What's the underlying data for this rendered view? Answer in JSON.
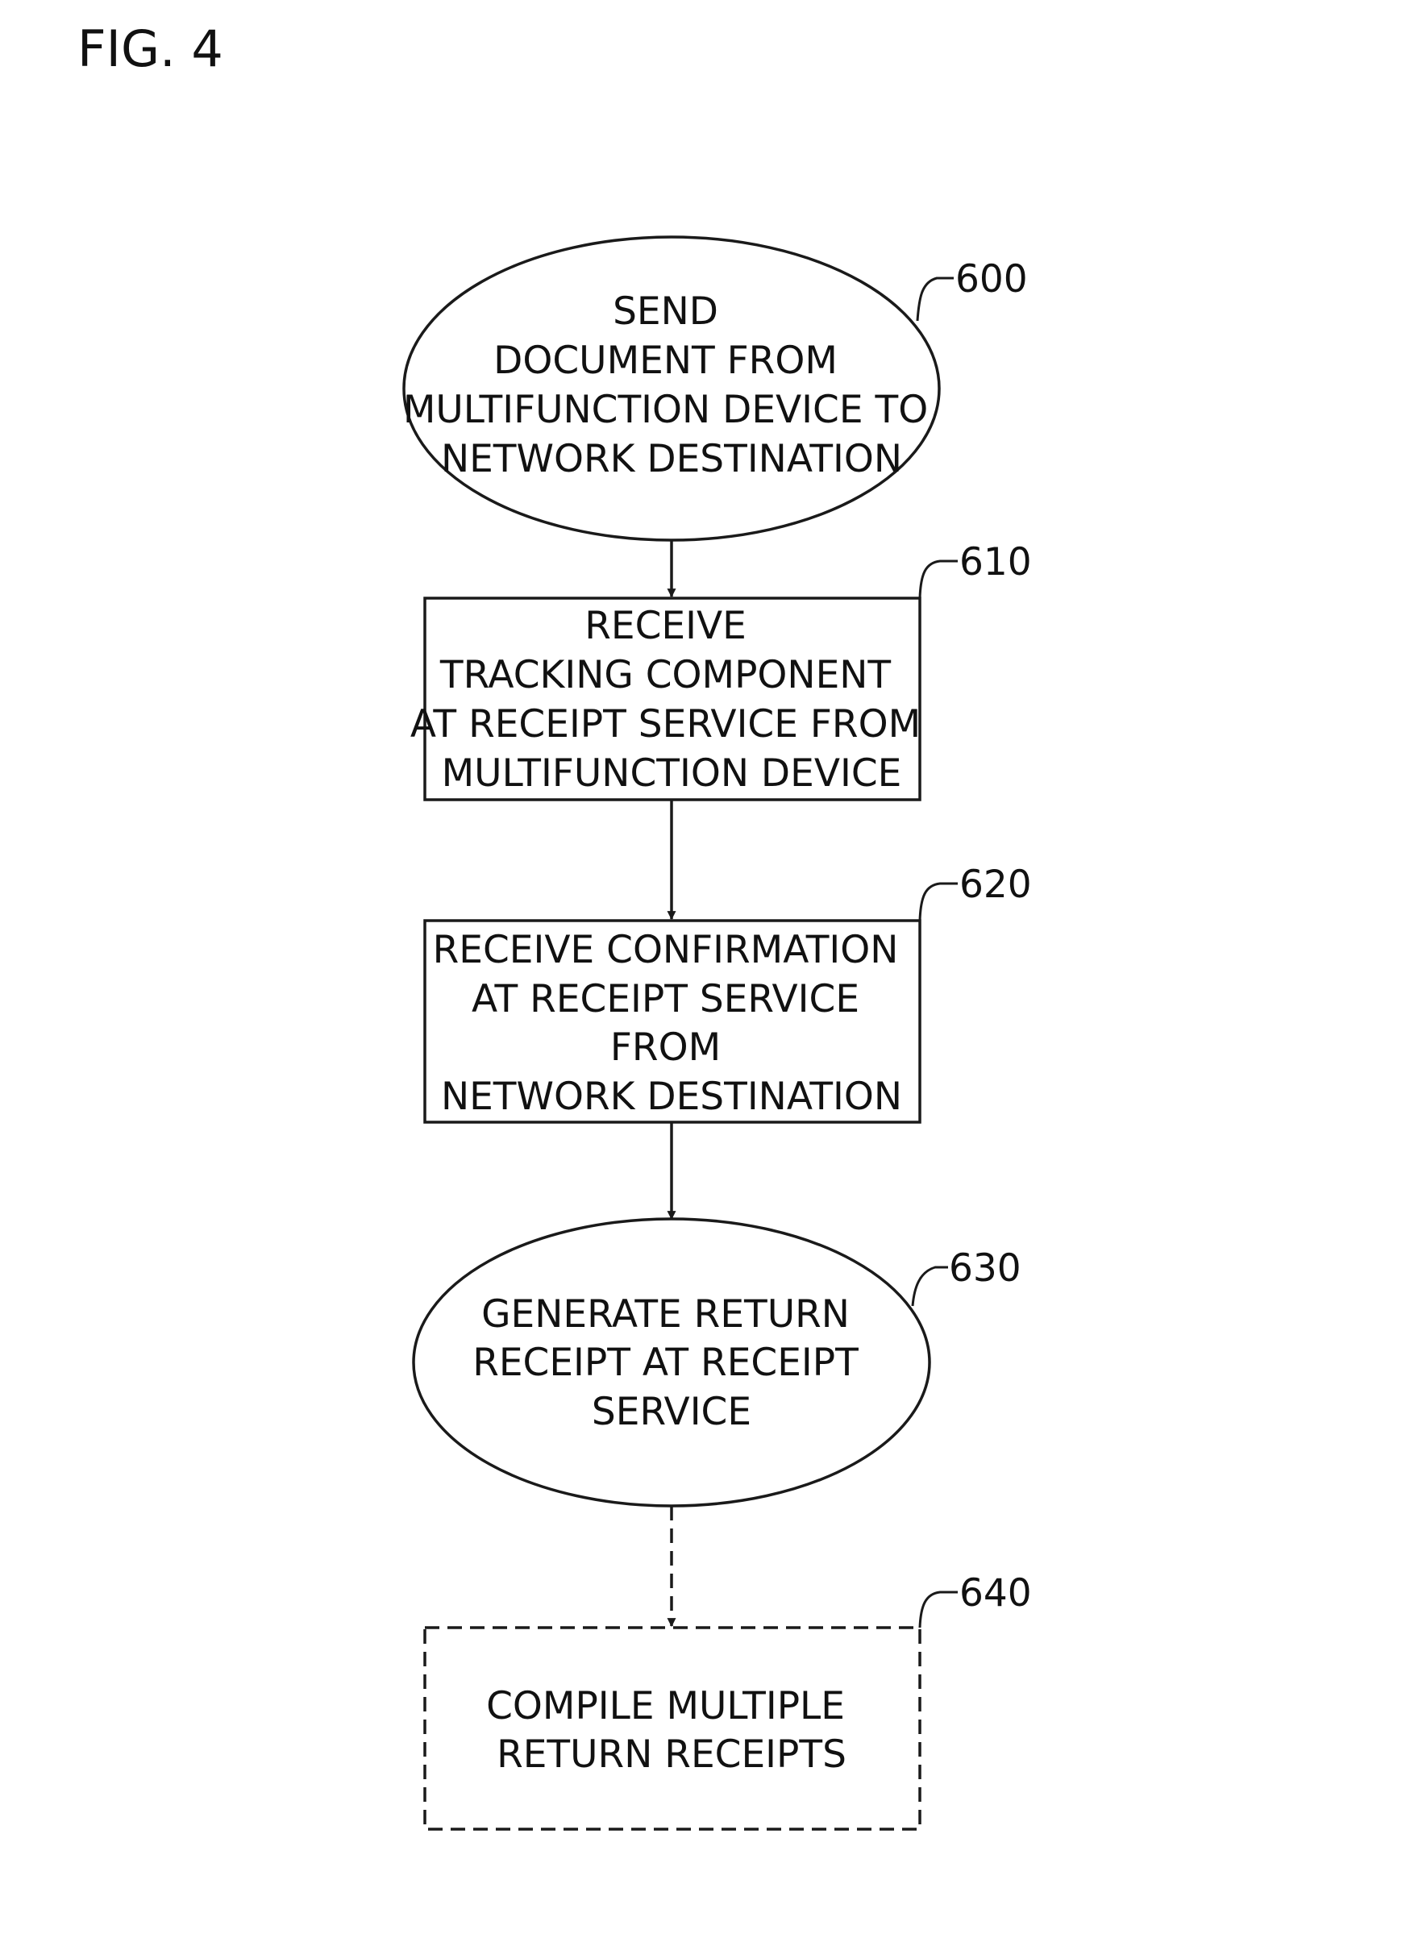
{
  "figure": {
    "label": "FIG. 4"
  },
  "steps": [
    {
      "ref": "600",
      "shape": "ellipse",
      "lines": [
        "SEND",
        "DOCUMENT FROM",
        "MULTIFUNCTION DEVICE TO",
        "NETWORK DESTINATION"
      ]
    },
    {
      "ref": "610",
      "shape": "rectangle",
      "lines": [
        "RECEIVE",
        "TRACKING COMPONENT",
        "AT RECEIPT SERVICE FROM",
        "MULTIFUNCTION DEVICE"
      ]
    },
    {
      "ref": "620",
      "shape": "rectangle",
      "lines": [
        "RECEIVE CONFIRMATION",
        "AT RECEIPT SERVICE",
        "FROM",
        "NETWORK DESTINATION"
      ]
    },
    {
      "ref": "630",
      "shape": "ellipse",
      "lines": [
        "GENERATE RETURN",
        "RECEIPT AT RECEIPT",
        "SERVICE"
      ]
    },
    {
      "ref": "640",
      "shape": "rectangle-dashed",
      "lines": [
        "COMPILE MULTIPLE",
        "RETURN RECEIPTS"
      ]
    }
  ],
  "connections": [
    {
      "from": "600",
      "to": "610",
      "style": "solid"
    },
    {
      "from": "610",
      "to": "620",
      "style": "solid"
    },
    {
      "from": "620",
      "to": "630",
      "style": "solid"
    },
    {
      "from": "630",
      "to": "640",
      "style": "dashed"
    }
  ],
  "colors": {
    "ink": "#1a1a1a",
    "background": "#ffffff"
  }
}
